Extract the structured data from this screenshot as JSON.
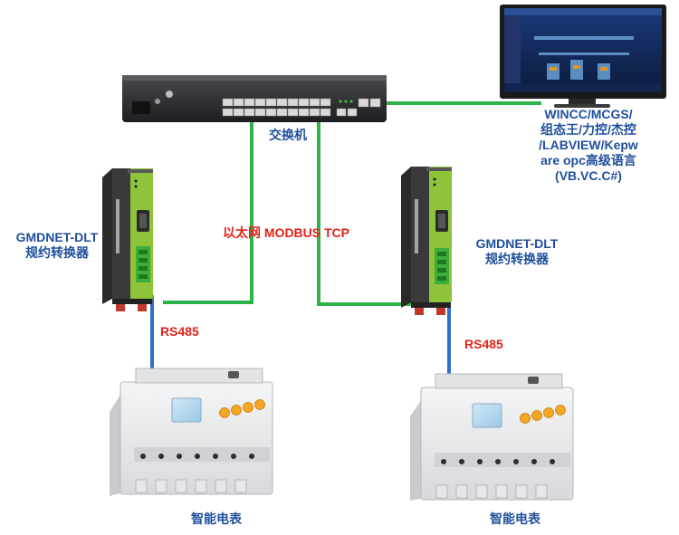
{
  "labels": {
    "switch": "交换机",
    "protocol": "以太网 MODBUS TCP",
    "rs485_left": "RS485",
    "rs485_right": "RS485",
    "meter_left": "智能电表",
    "meter_right": "智能电表",
    "gateway_left_line1": "GMDNET-DLT",
    "gateway_left_line2": "规约转换器",
    "gateway_right_line1": "GMDNET-DLT",
    "gateway_right_line2": "规约转换器",
    "software_lines": [
      "WINCC/MCGS/",
      "组态王/力控/杰控",
      "/LABVIEW/Kepw",
      "are opc高级语言",
      "(VB.VC.C#)"
    ]
  },
  "colors": {
    "ethernet_cable": "#2db34a",
    "rs485_cable": "#2f6fc7",
    "label_blue": "#1f4f9c",
    "label_red": "#e0231b",
    "device_green": "#8fc33a",
    "device_dark": "#2a2a2a",
    "meter_body": "#e9eaec",
    "meter_button": "#f5a623"
  },
  "icons": {
    "switch": "network-switch-icon",
    "monitor": "scada-monitor-icon",
    "gateway": "protocol-converter-icon",
    "meter": "smart-meter-icon"
  }
}
